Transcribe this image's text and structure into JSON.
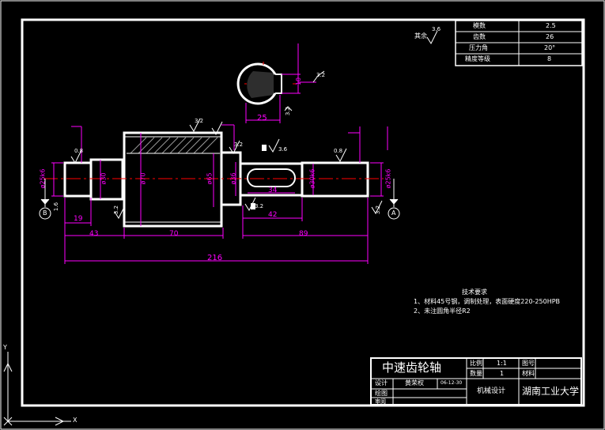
{
  "params_table": {
    "rows": [
      {
        "label": "模数",
        "value": "2.5"
      },
      {
        "label": "齿数",
        "value": "26"
      },
      {
        "label": "压力角",
        "value": "20°"
      },
      {
        "label": "精度等级",
        "value": "8"
      }
    ]
  },
  "annotations": {
    "rest_label": "其余",
    "rest_roughness": "3.6"
  },
  "section_view": {
    "depth_dim": "25",
    "width_dim": "10",
    "roughness_top": "3.2",
    "roughness_bottom": "3.2"
  },
  "shaft": {
    "roughness": [
      "0.8",
      "3.2",
      "1.6",
      "3.2",
      "3.6",
      "0.8",
      "3.2",
      "3.2",
      "3.2"
    ],
    "diameters": [
      "ø25k6",
      "ø30",
      "ø70",
      "ø65",
      "ø36",
      "ø30k6",
      "ø25k6"
    ],
    "lengths": [
      "19",
      "43",
      "70",
      "89",
      "216",
      "34",
      "42"
    ],
    "datum_left": "B",
    "datum_right": "A"
  },
  "tech_requirements": {
    "title": "技术要求",
    "items": [
      "1、材料45号钢，调制处理，表面硬度220-250HPB",
      "2、未注圆角半径R2"
    ]
  },
  "title_block": {
    "drawing_title": "中速齿轮轴",
    "labels": {
      "design": "设计",
      "draw": "绘图",
      "review": "审阅",
      "scale": "比例",
      "qty": "数量",
      "fig_no": "图号",
      "material": "材料"
    },
    "designer": "黄荣权",
    "date": "06-12-30",
    "scale": "1:1",
    "quantity": "1",
    "course": "机械设计",
    "school": "湖南工业大学"
  },
  "ucs": {
    "x_label": "X",
    "y_label": "Y"
  },
  "colors": {
    "white": "#ffffff",
    "magenta": "#ff00ff",
    "red": "#ff0000",
    "green": "#00ff00",
    "yellow": "#ffff00"
  }
}
